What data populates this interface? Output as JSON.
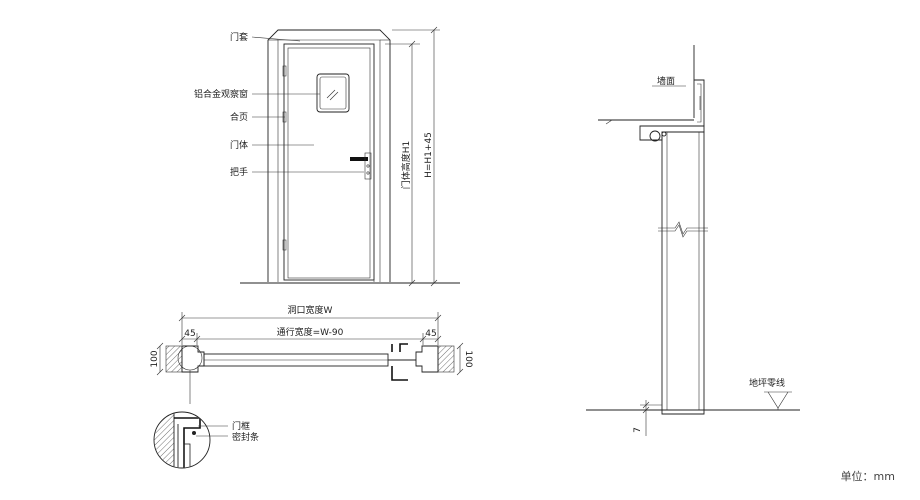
{
  "elevation_labels": {
    "door_casing": "门套",
    "window": "铝合金观察窗",
    "hinge": "合页",
    "door_body": "门体",
    "handle": "把手"
  },
  "height_dims": {
    "door_height": "门体高度H1",
    "total_height": "H=H1+45"
  },
  "plan_dims": {
    "opening_width": "洞口宽度W",
    "clear_width": "通行宽度=W-90",
    "left_casing": "45",
    "right_casing": "45",
    "left_depth": "100",
    "right_depth": "100"
  },
  "detail_labels": {
    "frame": "门框",
    "seal": "密封条"
  },
  "section_labels": {
    "wall": "墙面",
    "floor": "地坪零线",
    "gap": "7"
  },
  "unit_label": "单位：mm"
}
